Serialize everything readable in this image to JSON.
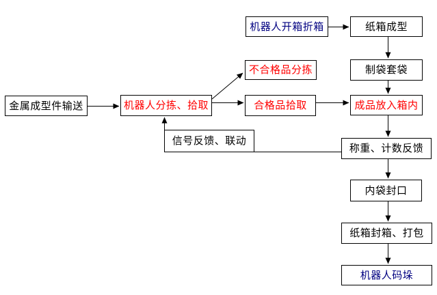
{
  "colors": {
    "background": "#FFFFFF",
    "box_border": "#000000",
    "arrow": "#000000",
    "text_default": "#000000",
    "text_highlight_red": "#FF0000",
    "text_robot_blue": "#000080"
  },
  "nodes": {
    "metal_part_feed": {
      "label": "金属成型件输送",
      "color": "#000000"
    },
    "robot_sort_pick": {
      "label": "机器人分拣、拾取",
      "color": "#FF0000"
    },
    "robot_open_fold_box": {
      "label": "机器人开箱折箱",
      "color": "#000080"
    },
    "carton_forming": {
      "label": "纸箱成型",
      "color": "#000000"
    },
    "reject_sorting": {
      "label": "不合格品分拣",
      "color": "#FF0000"
    },
    "bag_making": {
      "label": "制袋套袋",
      "color": "#000000"
    },
    "qualified_pick": {
      "label": "合格品拾取",
      "color": "#FF0000"
    },
    "product_into_box": {
      "label": "成品放入箱内",
      "color": "#FF0000"
    },
    "signal_feedback": {
      "label": "信号反馈、联动",
      "color": "#000000"
    },
    "weigh_count_feedback": {
      "label": "称重、计数反馈",
      "color": "#000000"
    },
    "inner_bag_seal": {
      "label": "内袋封口",
      "color": "#000000"
    },
    "carton_seal_pack": {
      "label": "纸箱封箱、打包",
      "color": "#000000"
    },
    "robot_palletizing": {
      "label": "机器人码垛",
      "color": "#000080"
    }
  },
  "edges": [
    {
      "from": "metal_part_feed",
      "to": "robot_sort_pick"
    },
    {
      "from": "robot_sort_pick",
      "to": "reject_sorting"
    },
    {
      "from": "robot_sort_pick",
      "to": "qualified_pick"
    },
    {
      "from": "robot_open_fold_box",
      "to": "carton_forming"
    },
    {
      "from": "carton_forming",
      "to": "bag_making"
    },
    {
      "from": "bag_making",
      "to": "product_into_box"
    },
    {
      "from": "qualified_pick",
      "to": "product_into_box"
    },
    {
      "from": "product_into_box",
      "to": "weigh_count_feedback"
    },
    {
      "from": "weigh_count_feedback",
      "to": "signal_feedback"
    },
    {
      "from": "signal_feedback",
      "to": "robot_sort_pick"
    },
    {
      "from": "weigh_count_feedback",
      "to": "inner_bag_seal"
    },
    {
      "from": "inner_bag_seal",
      "to": "carton_seal_pack"
    },
    {
      "from": "carton_seal_pack",
      "to": "robot_palletizing"
    }
  ]
}
